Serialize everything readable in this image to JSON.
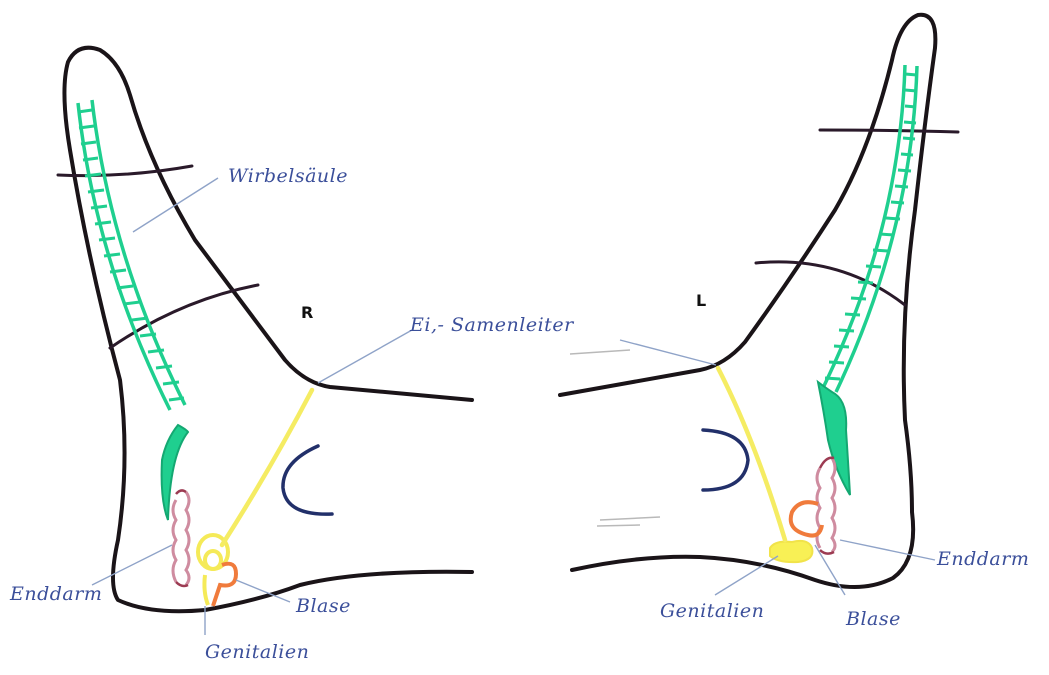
{
  "labels": {
    "left_side": "R",
    "right_side": "L",
    "spine": "Wirbelsäule",
    "duct": "Ei,- Samenleiter",
    "rectum_left": "Enddarm",
    "rectum_right": "Enddarm",
    "bladder_left": "Blase",
    "bladder_right": "Blase",
    "genitals_left": "Genitalien",
    "genitals_right": "Genitalien"
  },
  "colors": {
    "outline": "#1a1418",
    "spine": "#1fcf8f",
    "rectum": "#cf8ca0",
    "duct": "#f5ec63",
    "bladder": "#f07b3c",
    "label_ink": "#3b4f9a"
  }
}
